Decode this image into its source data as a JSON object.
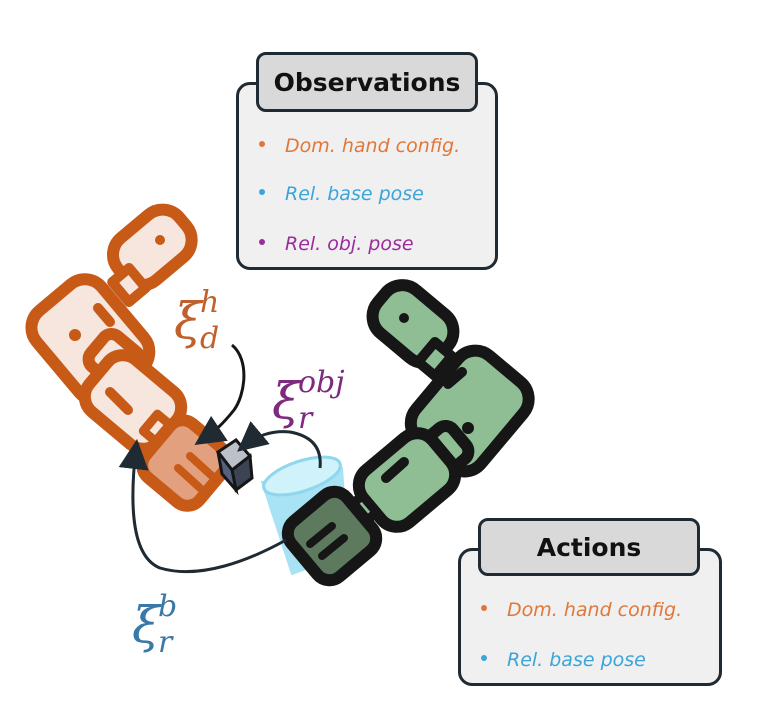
{
  "observations": {
    "title": "Observations",
    "items": [
      {
        "label": "Dom. hand config.",
        "color": "#e0783a"
      },
      {
        "label": "Rel. base pose",
        "color": "#3ba4d8"
      },
      {
        "label": "Rel. obj. pose",
        "color": "#9b2c9b"
      }
    ]
  },
  "actions": {
    "title": "Actions",
    "items": [
      {
        "label": "Dom. hand config.",
        "color": "#e0783a"
      },
      {
        "label": "Rel. base pose",
        "color": "#3ba4d8"
      }
    ]
  },
  "symbols": {
    "xi_d_h": {
      "symbol": "ξ",
      "sup": "h",
      "sub": "d",
      "color": "#c0612d"
    },
    "xi_r_obj": {
      "symbol": "ξ",
      "sup": "obj",
      "sub": "r",
      "color": "#7e2a7e"
    },
    "xi_r_b": {
      "symbol": "ξ",
      "sup": "b",
      "sub": "r",
      "color": "#3a78a8"
    }
  },
  "colors": {
    "orange_arm": "#c85a18",
    "orange_fill": "#f7e6dd",
    "green_arm": "#8fbe95",
    "green_dark": "#5e7a5e",
    "outline": "#161616",
    "cup": "#a8e2f5"
  }
}
